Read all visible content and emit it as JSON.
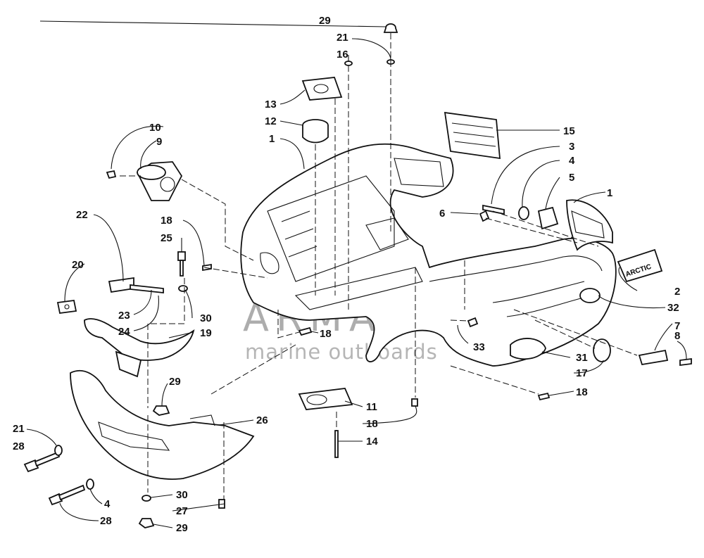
{
  "colors": {
    "watermark_logo": "#d98bb8",
    "watermark_text": "#7a7a7a",
    "line": "#111111"
  },
  "watermark": {
    "brand": "ARMADA",
    "tagline": "marine outboards"
  },
  "hood_badge": "ARCTIC",
  "callouts": {
    "c29_top": "29",
    "c21_top": "21",
    "c16": "16",
    "c13": "13",
    "c12": "12",
    "c1_left": "1",
    "c15": "15",
    "c10": "10",
    "c9": "9",
    "c3": "3",
    "c4_right": "4",
    "c5": "5",
    "c1_right": "1",
    "c6": "6",
    "c22": "22",
    "c18_upper": "18",
    "c25": "25",
    "c20": "20",
    "c2": "2",
    "c32": "32",
    "c23": "23",
    "c30_upper": "30",
    "c24": "24",
    "c19": "19",
    "c18_mid": "18",
    "c7": "7",
    "c8": "8",
    "c33": "33",
    "c31": "31",
    "c17": "17",
    "c29_mid": "29",
    "c18_right": "18",
    "c11": "11",
    "c18_lower": "18",
    "c26": "26",
    "c21_left": "21",
    "c28_upper": "28",
    "c14": "14",
    "c4_left": "4",
    "c30_lower": "30",
    "c28_lower": "28",
    "c27": "27",
    "c29_bottom": "29"
  }
}
